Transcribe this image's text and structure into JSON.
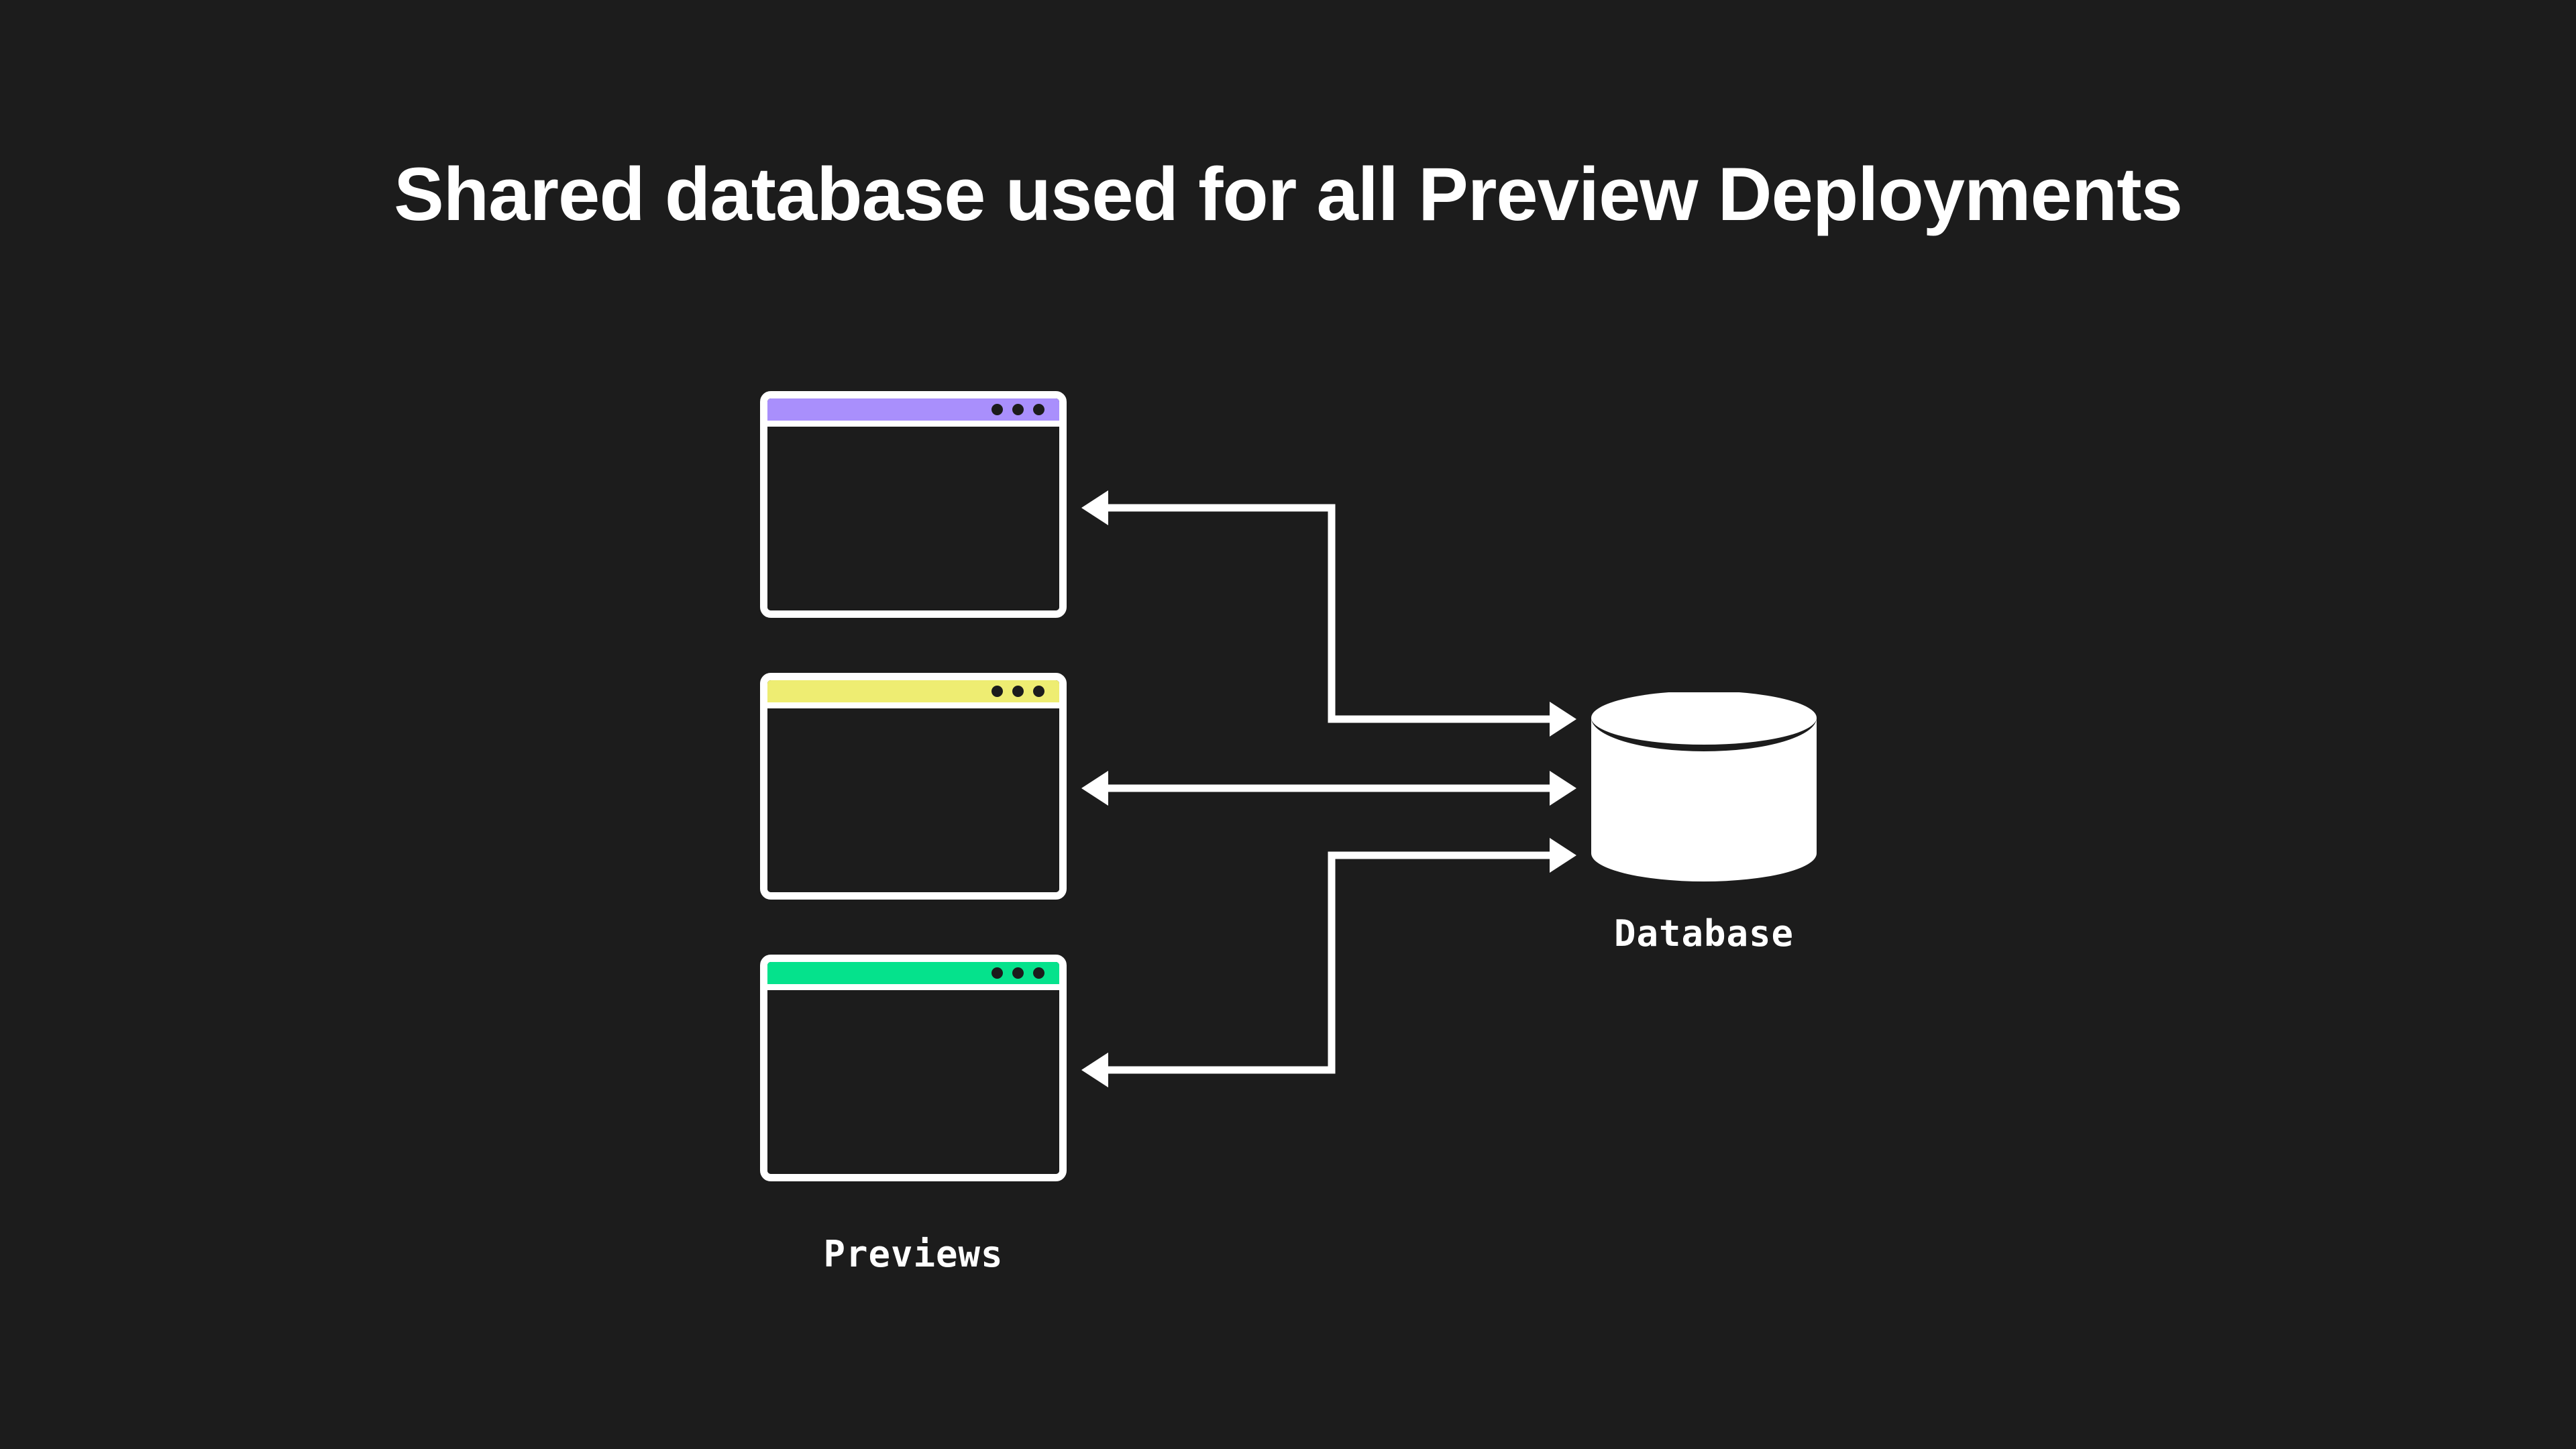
{
  "page": {
    "background_color": "#1c1c1c",
    "title": "Shared database used for all Preview Deployments",
    "title_color": "#ffffff"
  },
  "diagram": {
    "type": "architecture-diagram",
    "previews": {
      "label": "Previews",
      "windows": [
        {
          "id": "window-1",
          "name": "preview-window-purple",
          "titlebar_color": "#a98ffc",
          "dot_count": 3,
          "dot_color": "#1c1c1c"
        },
        {
          "id": "window-2",
          "name": "preview-window-yellow",
          "titlebar_color": "#eeed72",
          "dot_count": 3,
          "dot_color": "#1c1c1c"
        },
        {
          "id": "window-3",
          "name": "preview-window-green",
          "titlebar_color": "#05e28c",
          "dot_count": 3,
          "dot_color": "#1c1c1c"
        }
      ]
    },
    "database": {
      "label": "Database",
      "fill_color": "#ffffff",
      "shape": "cylinder"
    },
    "connectors": [
      {
        "name": "connector-window-1",
        "from": "database",
        "to": "window-1",
        "direction": "both",
        "style": "elbow",
        "stroke_color": "#ffffff"
      },
      {
        "name": "connector-window-2",
        "from": "database",
        "to": "window-2",
        "direction": "both",
        "style": "straight",
        "stroke_color": "#ffffff"
      },
      {
        "name": "connector-window-3",
        "from": "database",
        "to": "window-3",
        "direction": "both",
        "style": "elbow",
        "stroke_color": "#ffffff"
      }
    ]
  }
}
